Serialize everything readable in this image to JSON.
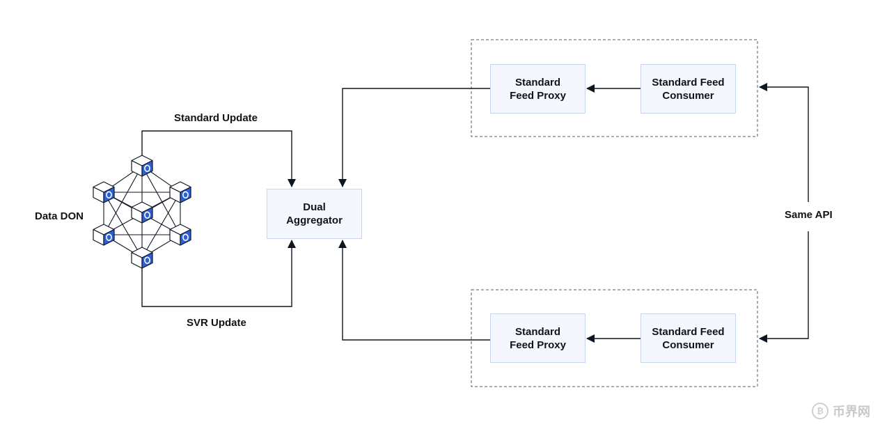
{
  "nodes": {
    "data_don": "Data DON",
    "aggregator": [
      "Dual",
      "Aggregator"
    ],
    "proxy_top": [
      "Standard",
      "Feed Proxy"
    ],
    "consumer_top": [
      "Standard Feed",
      "Consumer"
    ],
    "proxy_bottom": [
      "Standard",
      "Feed Proxy"
    ],
    "consumer_bottom": [
      "Standard Feed",
      "Consumer"
    ]
  },
  "edges": {
    "standard_update": "Standard Update",
    "svr_update": "SVR Update",
    "same_api": "Same API"
  },
  "colors": {
    "line": "#0e1622",
    "box_fill": "#f4f8fe",
    "box_border": "#c7d5ef",
    "cube_accent": "#2d5fd6",
    "group_border": "#555a63"
  },
  "watermark": {
    "text": "币界网",
    "icon": "bitcoin-coin-icon"
  }
}
